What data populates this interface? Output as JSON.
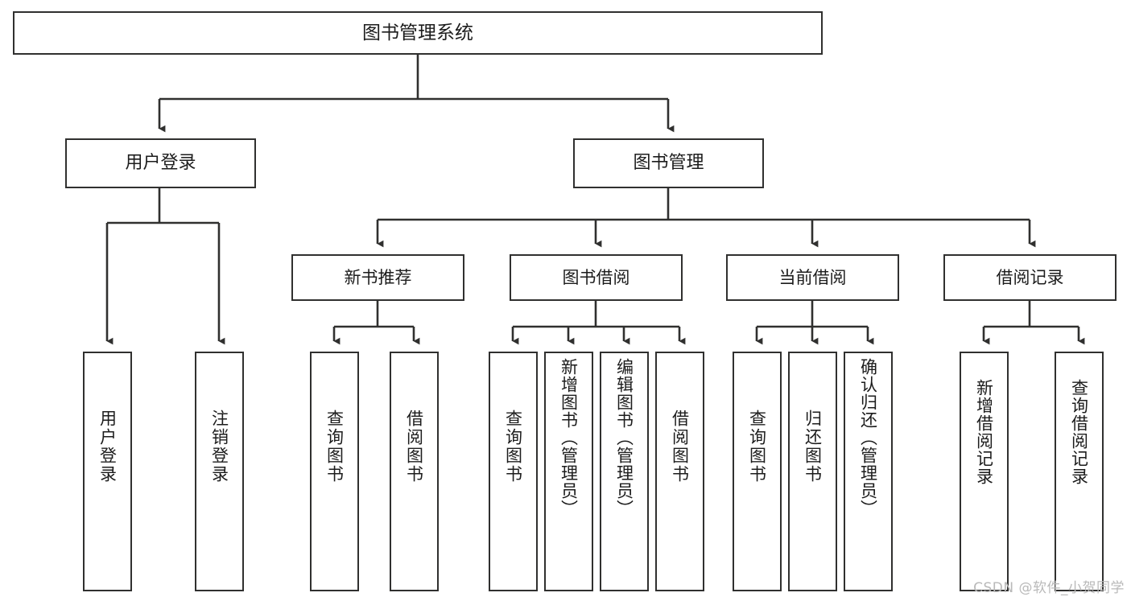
{
  "diagram": {
    "title": "图书管理系统",
    "type": "hierarchy-tree",
    "root": {
      "id": "root",
      "label": "图书管理系统"
    },
    "level2": [
      {
        "id": "user-login",
        "label": "用户登录"
      },
      {
        "id": "book-management",
        "label": "图书管理"
      }
    ],
    "level3": [
      {
        "id": "new-book-recommend",
        "label": "新书推荐",
        "parent": "book-management"
      },
      {
        "id": "book-borrow",
        "label": "图书借阅",
        "parent": "book-management"
      },
      {
        "id": "current-borrow",
        "label": "当前借阅",
        "parent": "book-management"
      },
      {
        "id": "borrow-record",
        "label": "借阅记录",
        "parent": "book-management"
      }
    ],
    "leaves": [
      {
        "id": "leaf-user-login",
        "label": "用户登录",
        "parent": "user-login"
      },
      {
        "id": "leaf-logout-login",
        "label": "注销登录",
        "parent": "user-login"
      },
      {
        "id": "leaf-query-book-1",
        "label": "查询图书",
        "parent": "new-book-recommend"
      },
      {
        "id": "leaf-borrow-book-1",
        "label": "借阅图书",
        "parent": "new-book-recommend"
      },
      {
        "id": "leaf-query-book-2",
        "label": "查询图书",
        "parent": "book-borrow"
      },
      {
        "id": "leaf-add-book",
        "label": "新增图书（管理员）",
        "parent": "book-borrow"
      },
      {
        "id": "leaf-edit-book",
        "label": "编辑图书（管理员）",
        "parent": "book-borrow"
      },
      {
        "id": "leaf-borrow-book-2",
        "label": "借阅图书",
        "parent": "book-borrow"
      },
      {
        "id": "leaf-query-book-3",
        "label": "查询图书",
        "parent": "current-borrow"
      },
      {
        "id": "leaf-return-book",
        "label": "归还图书",
        "parent": "current-borrow"
      },
      {
        "id": "leaf-confirm-return",
        "label": "确认归还（管理员）",
        "parent": "current-borrow"
      },
      {
        "id": "leaf-add-record",
        "label": "新增借阅记录",
        "parent": "borrow-record"
      },
      {
        "id": "leaf-query-record",
        "label": "查询借阅记录",
        "parent": "borrow-record"
      }
    ]
  },
  "watermark": {
    "text": "CSDN @软件_小贺同学"
  },
  "colors": {
    "stroke": "#30302f",
    "fill": "#ffffff",
    "text": "#1c1c1c",
    "watermark": "#b9b9b9"
  }
}
